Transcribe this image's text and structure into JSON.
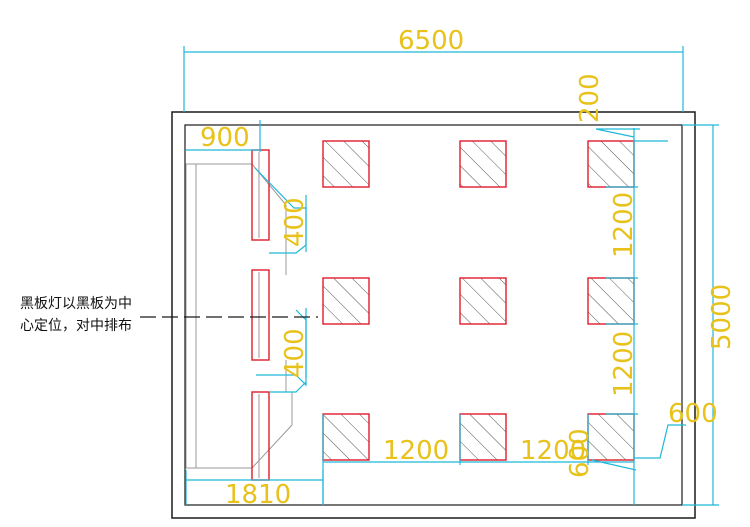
{
  "colors": {
    "wall": "#1a1a1a",
    "dimension_line": "#1fb8d8",
    "dimension_text": "#e8c21a",
    "light_outline": "#e21c2a",
    "hatch": "#555555",
    "annotation": "#111111"
  },
  "dimensions": {
    "total_width": "6500",
    "total_depth": "5000",
    "blackboard_offset": "900",
    "blackboard_light_gap_top": "400",
    "blackboard_light_gap_bottom": "400",
    "wall_offset_top": "200",
    "row_spacing_1": "1200",
    "row_spacing_2": "1200",
    "col_spacing_1": "1200",
    "col_spacing_2": "1200",
    "first_column_offset": "1810",
    "side_offset": "600",
    "bottom_offset": "600"
  },
  "annotation": {
    "line1": "黑板灯以黑板为中",
    "line2": "心定位，对中排布"
  },
  "lights": {
    "blackboard_count": 3,
    "ceiling_grid": "3 x 3"
  }
}
